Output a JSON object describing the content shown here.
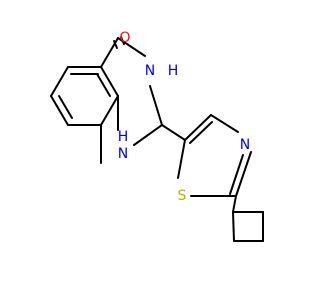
{
  "atom_colors": {
    "C": "#000000",
    "O": "#ff0d0d",
    "N": "#0000ff",
    "S": "#b2b200"
  },
  "atoms": {
    "O1": {
      "element": "O",
      "text": "O"
    },
    "N3": {
      "element": "N",
      "text": "N",
      "h": "H"
    },
    "N1": {
      "element": "N",
      "text": "N",
      "h": "H"
    },
    "N_thiazole": {
      "element": "N",
      "text": "N"
    },
    "S_thiazole": {
      "element": "S",
      "text": "S"
    }
  }
}
